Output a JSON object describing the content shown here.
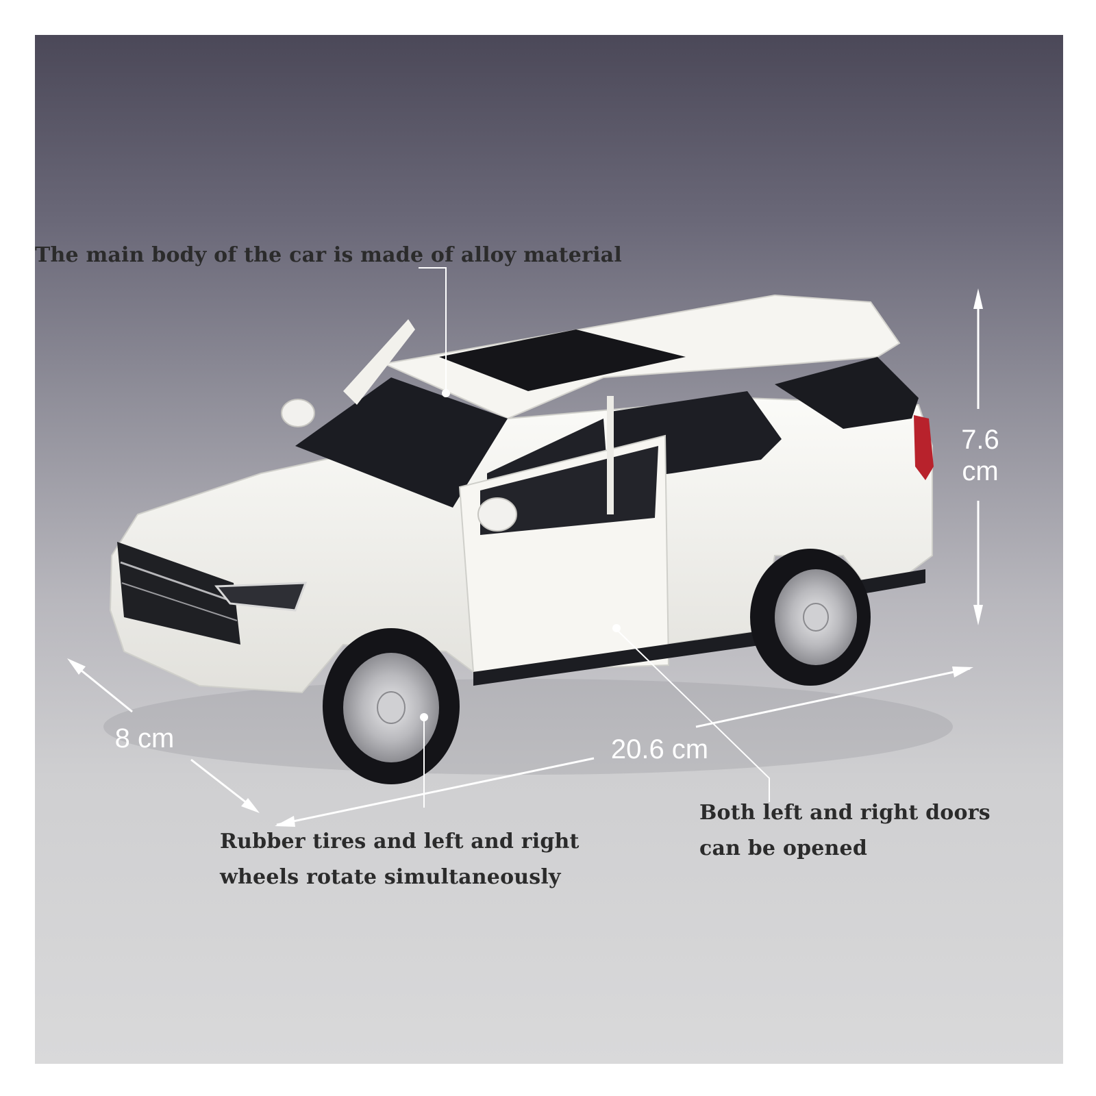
{
  "annotations": {
    "body_material": "The main body of the car is made of alloy material",
    "tires_line1": "Rubber tires and left and right",
    "tires_line2": "wheels rotate simultaneously",
    "doors_line1": "Both left and right doors",
    "doors_line2": "can be opened"
  },
  "dimensions": {
    "height_value": "7.6",
    "height_unit": "cm",
    "width": "8 cm",
    "length": "20.6 cm"
  },
  "colors": {
    "car_body": "#f3f2ee",
    "background_top": "#4b4858",
    "background_bottom": "#d9d9da"
  }
}
